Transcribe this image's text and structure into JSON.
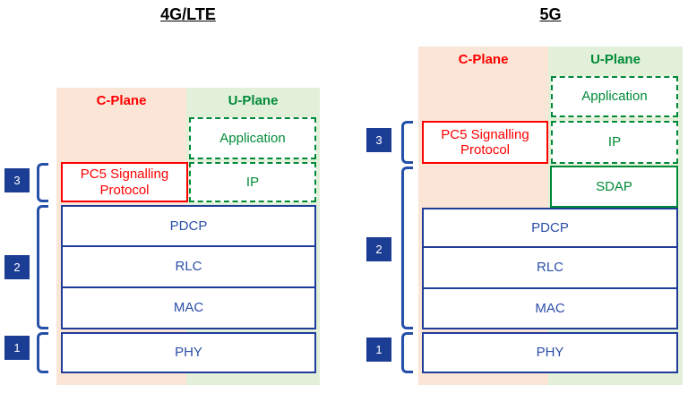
{
  "colors": {
    "c_plane_bg": "#FBE5D6",
    "u_plane_bg": "#E2F0D9",
    "c_plane_accent": "#FF0000",
    "u_plane_accent": "#008A38",
    "stack_border": "#1F3C99",
    "stack_text": "#2B4EA8",
    "layer_badge_bg": "#1C3D94",
    "bracket": "#2450A8"
  },
  "diagrams": {
    "lte": {
      "title": "4G/LTE",
      "c_plane": "C-Plane",
      "u_plane": "U-Plane",
      "application": "Application",
      "pc5": "PC5 Signalling Protocol",
      "ip": "IP",
      "pdcp": "PDCP",
      "rlc": "RLC",
      "mac": "MAC",
      "phy": "PHY",
      "layer3": "3",
      "layer2": "2",
      "layer1": "1"
    },
    "fiveg": {
      "title": "5G",
      "c_plane": "C-Plane",
      "u_plane": "U-Plane",
      "application": "Application",
      "pc5": "PC5 Signalling Protocol",
      "ip": "IP",
      "sdap": "SDAP",
      "pdcp": "PDCP",
      "rlc": "RLC",
      "mac": "MAC",
      "phy": "PHY",
      "layer3": "3",
      "layer2": "2",
      "layer1": "1"
    }
  }
}
